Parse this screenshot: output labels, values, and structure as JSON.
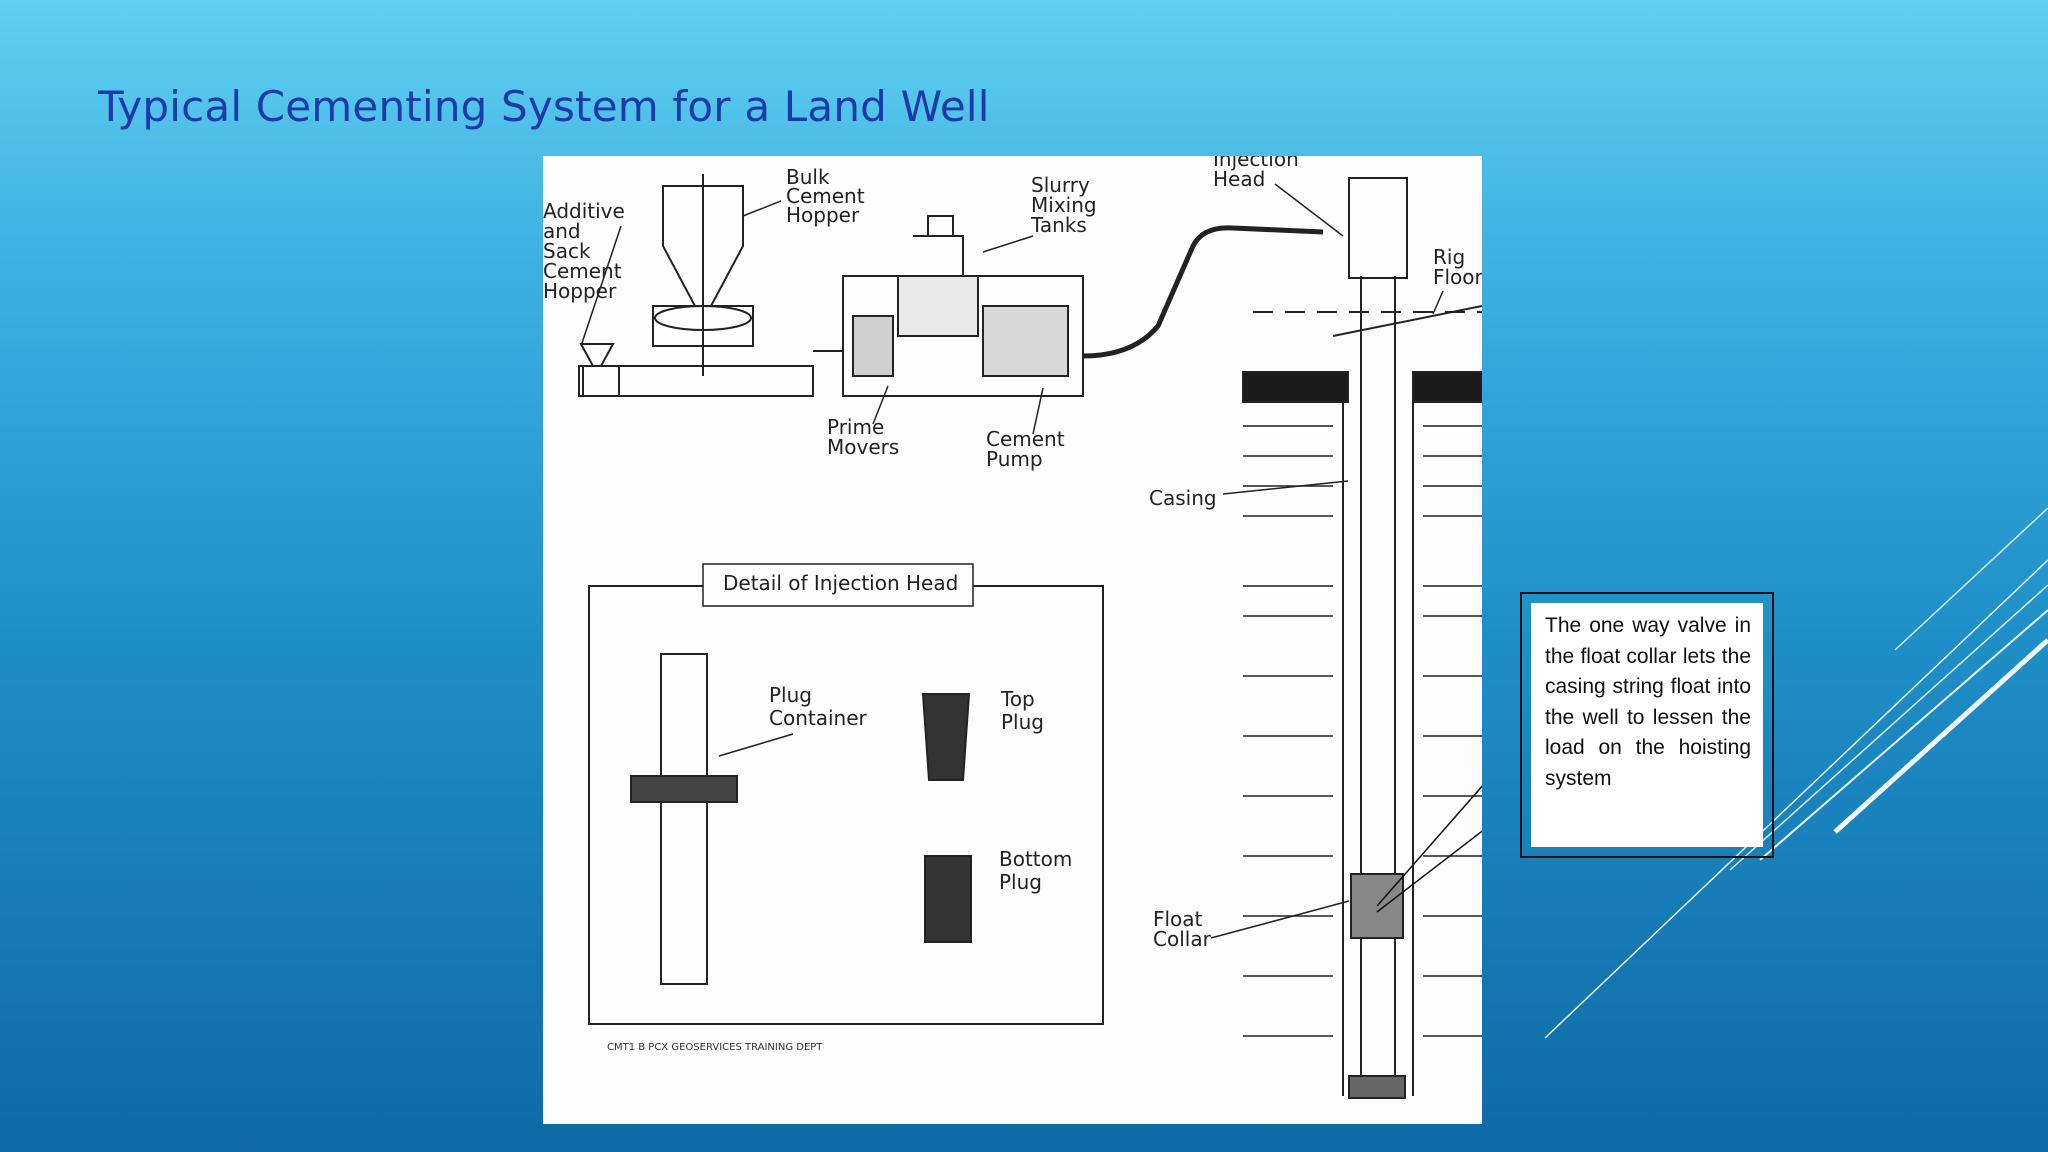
{
  "slide": {
    "title": "Typical Cementing System for a Land Well"
  },
  "diagram": {
    "labels": {
      "additive_hopper": [
        "Additive",
        "and",
        "Sack",
        "Cement",
        "Hopper"
      ],
      "bulk_hopper": [
        "Bulk",
        "Cement",
        "Hopper"
      ],
      "slurry_tanks": [
        "Slurry",
        "Mixing",
        "Tanks"
      ],
      "injection_head": [
        "Injection",
        "Head"
      ],
      "rig_floor": [
        "Rig",
        "Floor"
      ],
      "prime_movers": [
        "Prime",
        "Movers"
      ],
      "cement_pump": [
        "Cement",
        "Pump"
      ],
      "casing": "Casing",
      "float_collar": [
        "Float",
        "Collar"
      ],
      "detail_title": "Detail of Injection Head",
      "plug_container": [
        "Plug",
        "Container"
      ],
      "top_plug": [
        "Top",
        "Plug"
      ],
      "bottom_plug": [
        "Bottom",
        "Plug"
      ],
      "credit": "CMT1 B PCX GEOSERVICES TRAINING DEPT"
    }
  },
  "callout": {
    "text": "The one way valve in the float collar lets the casing string float into the well to lessen the load on the hoisting system"
  }
}
